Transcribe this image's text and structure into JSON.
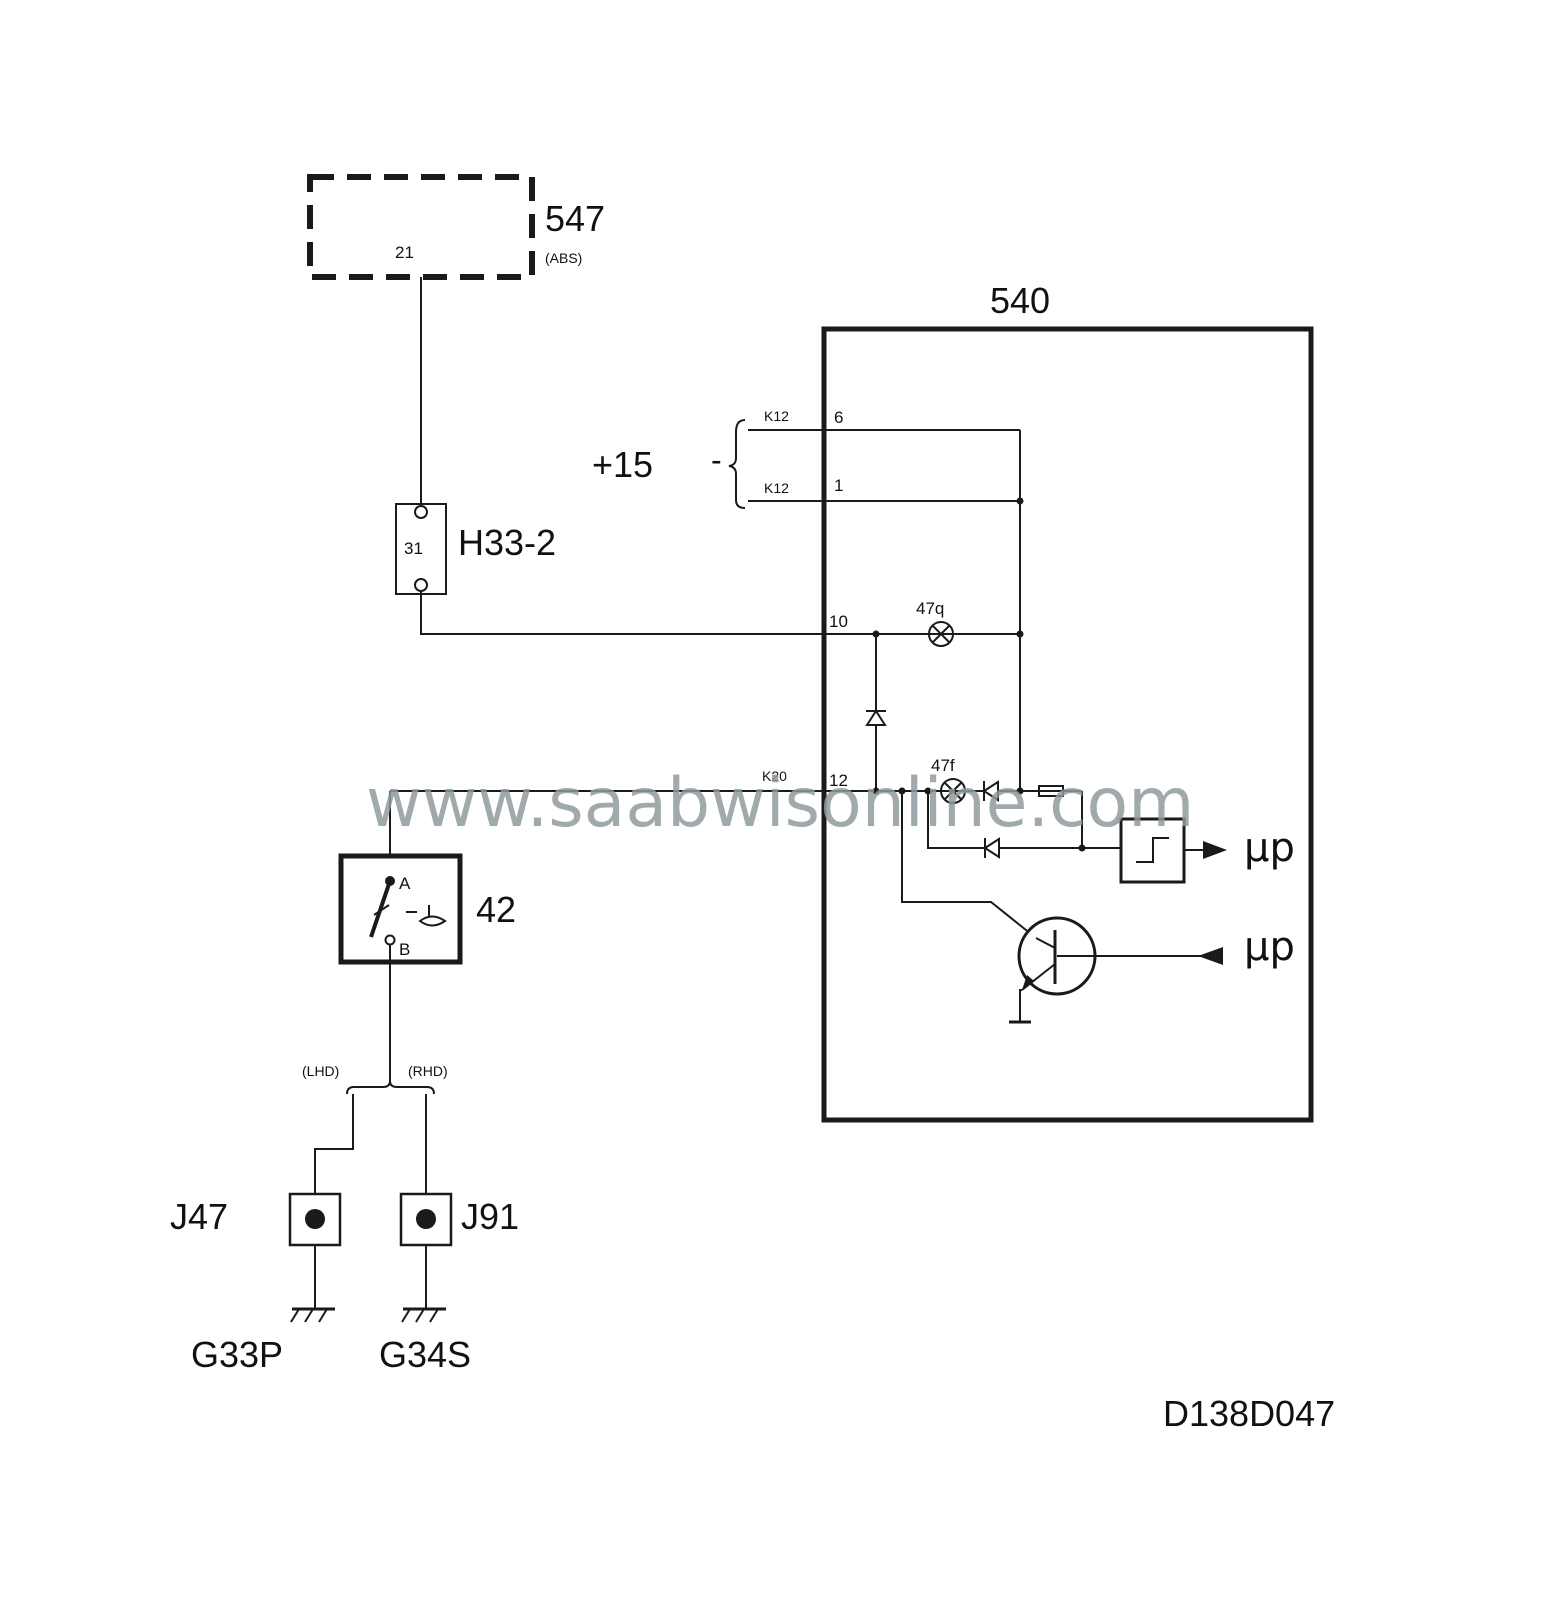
{
  "watermark": "www.saabwisonline.com",
  "diagram_id": "D138D047",
  "supply_label": "+15",
  "supply_bracket_mark": "-",
  "components": {
    "abs_module": {
      "id": "547",
      "subtitle": "(ABS)",
      "pin": "21"
    },
    "control_module": {
      "id": "540"
    },
    "connector_h33": {
      "id": "H33-2",
      "pin": "31"
    },
    "brake_fluid_switch": {
      "id": "42",
      "pin_a": "A",
      "pin_b": "B"
    },
    "splice_j47": {
      "id": "J47"
    },
    "splice_j91": {
      "id": "J91"
    },
    "ground_g33p": {
      "id": "G33P"
    },
    "ground_g34s": {
      "id": "G34S"
    }
  },
  "pins": {
    "p6": {
      "connector": "K12",
      "number": "6"
    },
    "p1": {
      "connector": "K12",
      "number": "1"
    },
    "p10": {
      "number": "10"
    },
    "p12": {
      "connector": "K20",
      "number": "12"
    }
  },
  "lamps": {
    "lamp_47q": "47q",
    "lamp_47f": "47f"
  },
  "variants": {
    "lhd": "(LHD)",
    "rhd": "(RHD)"
  },
  "microprocessor_label": "µp"
}
